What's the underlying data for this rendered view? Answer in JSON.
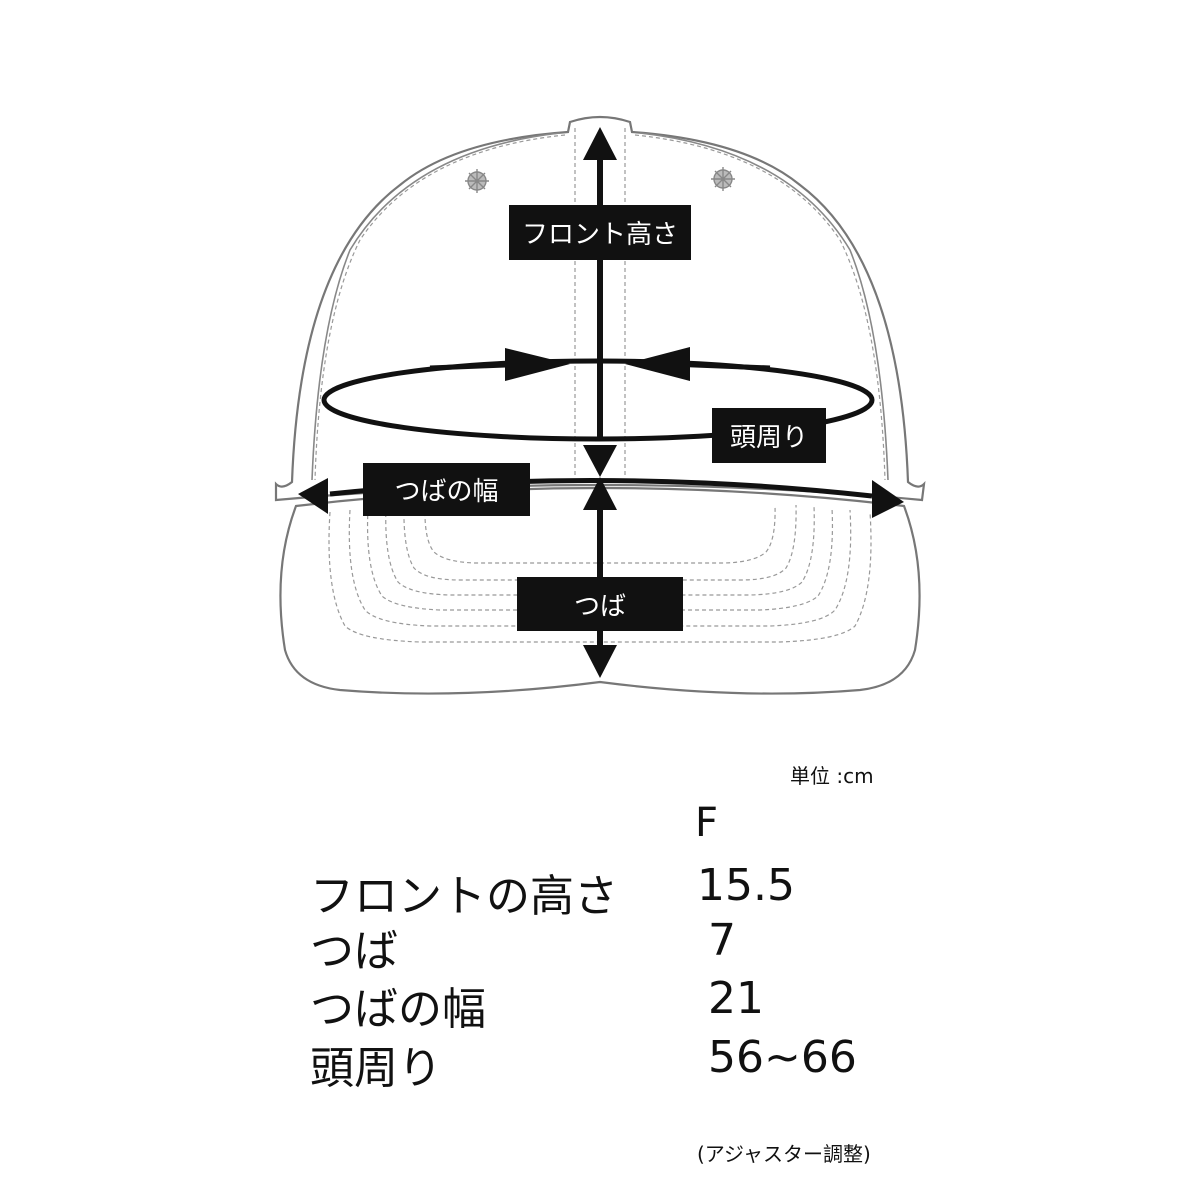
{
  "diagram": {
    "labels": {
      "front_height": "フロント高さ",
      "head_circumference": "頭周り",
      "brim_width": "つばの幅",
      "brim": "つば"
    }
  },
  "table": {
    "unit": "単位 :cm",
    "column_header": "F",
    "rows": [
      {
        "label": "フロントの高さ",
        "value": "15.5"
      },
      {
        "label": "つば",
        "value": "7"
      },
      {
        "label": "つばの幅",
        "value": "21"
      },
      {
        "label": "頭周り",
        "value": "56~66"
      }
    ],
    "note": "(アジャスター調整)"
  }
}
